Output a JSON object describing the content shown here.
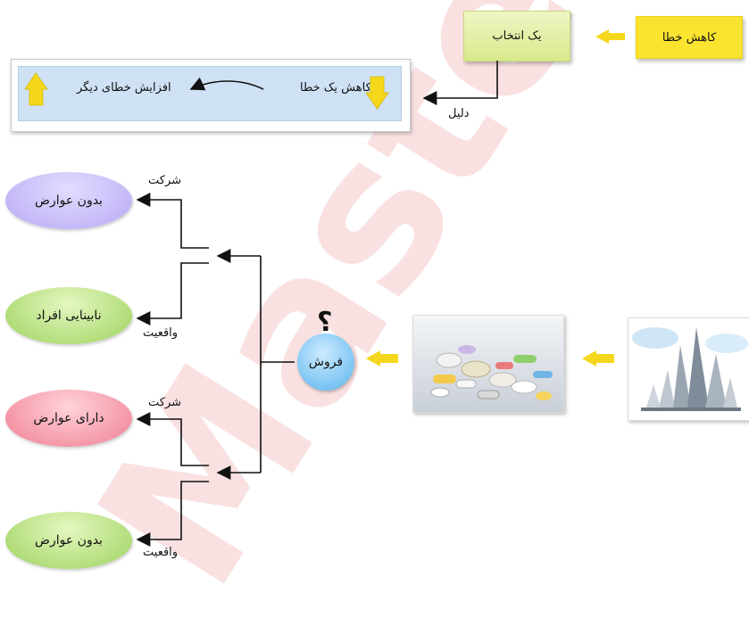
{
  "top_flow": {
    "reduce_error": "کاهش خطا",
    "one_choice": "یک انتخاب",
    "reason": "دلیل"
  },
  "reason_box": {
    "reduce_one_error": "کاهش یک خطا",
    "increase_other_error": "افزایش خطای دیگر"
  },
  "center": {
    "sale_label": "فروش",
    "question_mark": "؟"
  },
  "branches": [
    {
      "outcome": "بدون عوارض",
      "kind": "شرکت"
    },
    {
      "outcome": "نابینایی افراد",
      "kind": "واقعیت"
    },
    {
      "outcome": "دارای عوارض",
      "kind": "شرکت"
    },
    {
      "outcome": "بدون عوارض",
      "kind": "واقعیت"
    }
  ],
  "watermark": "Master PDF",
  "colors": {
    "yellow": "#fbe430",
    "arrow_yellow": "#f5d81c",
    "light_green": "#d8ea8c",
    "blue_panel": "#cfe1f4"
  }
}
